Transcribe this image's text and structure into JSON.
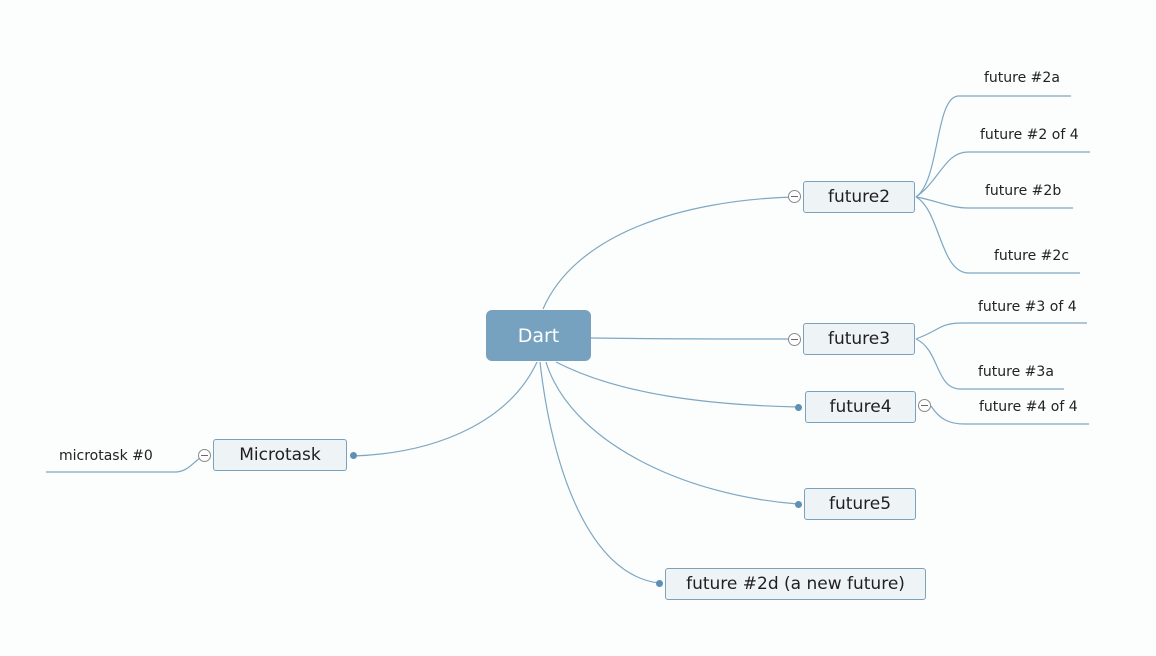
{
  "mindmap": {
    "root": {
      "label": "Dart"
    },
    "branches": {
      "future2": {
        "label": "future2",
        "children": [
          "future #2a",
          "future #2 of 4",
          "future #2b",
          "future #2c"
        ]
      },
      "future3": {
        "label": "future3",
        "children": [
          "future #3 of 4",
          "future #3a"
        ]
      },
      "future4": {
        "label": "future4",
        "children": [
          "future #4 of 4"
        ]
      },
      "future5": {
        "label": "future5"
      },
      "future2d": {
        "label": "future #2d (a new future)"
      },
      "microtask": {
        "label": "Microtask",
        "children": [
          "microtask #0"
        ]
      }
    },
    "colors": {
      "root_fill": "#76a2bf",
      "connector": "#7ea7c2",
      "node_border": "#7aa2be",
      "node_fill": "#eef3f6"
    }
  }
}
